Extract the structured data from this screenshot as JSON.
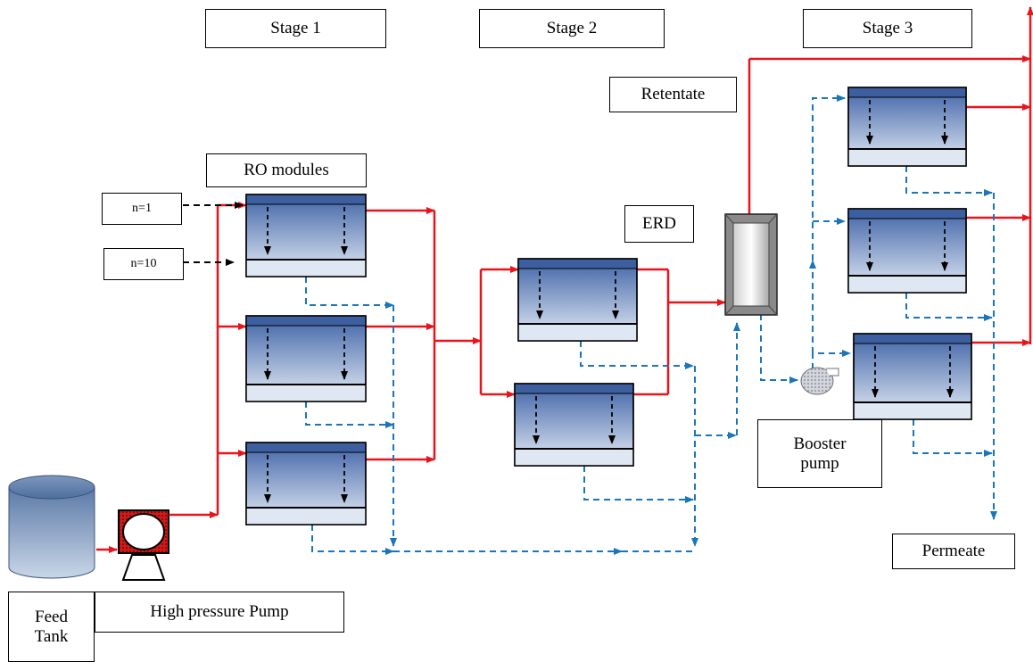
{
  "labels": {
    "stage1": "Stage 1",
    "stage2": "Stage 2",
    "stage3": "Stage 3",
    "retentate": "Retentate",
    "ro_modules": "RO modules",
    "erd": "ERD",
    "n1": "n=1",
    "n10": "n=10",
    "booster_line1": "Booster",
    "booster_line2": "pump",
    "permeate": "Permeate",
    "feed_line1": "Feed",
    "feed_line2": "Tank",
    "hp_pump": "High pressure Pump"
  },
  "colors": {
    "feed_line": "#e8141b",
    "permeate_line": "#1b75bb",
    "module_header": "#3d5fa0",
    "module_gradient_top": "#3f63a6",
    "module_gradient_bottom": "#dbe5f3",
    "pump_body": "#d11a1a",
    "tank": "#8fa7c8"
  },
  "stages": [
    {
      "name": "Stage 1",
      "modules": 3
    },
    {
      "name": "Stage 2",
      "modules": 2
    },
    {
      "name": "Stage 3",
      "modules": 3
    }
  ]
}
